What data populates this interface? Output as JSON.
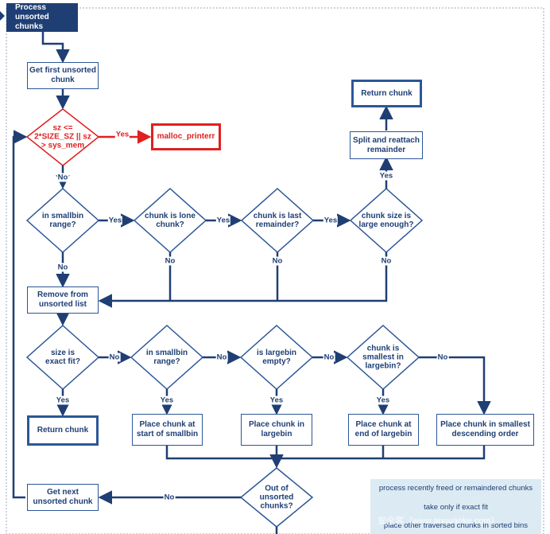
{
  "title": "Process unsorted chunks",
  "nodes": {
    "get_first": "Get first unsorted chunk",
    "check_size": "sz <= 2*SIZE_SZ || sz > sys_mem",
    "malloc_printerr": "malloc_printerr",
    "in_smallbin_1": "in smallbin range?",
    "is_lone": "chunk is lone chunk?",
    "is_last_remainder": "chunk is last remainder?",
    "large_enough": "chunk size is large enough?",
    "split_reattach": "Split and reattach remainder",
    "return_chunk_top": "Return chunk",
    "remove_from_list": "Remove from unsorted list",
    "exact_fit": "size is exact fit?",
    "in_smallbin_2": "in smallbin range?",
    "is_largebin_empty": "is largebin empty?",
    "is_smallest": "chunk is smallest in largebin?",
    "return_chunk_bottom": "Return chunk",
    "place_smallbin": "Place chunk at start of smallbin",
    "place_largebin": "Place chunk in largebin",
    "place_end_largebin": "Place chunk at end of largebin",
    "place_desc": "Place chunk in smallest descending order",
    "get_next": "Get next unsorted chunk",
    "out_of_chunks": "Out of unsorted chunks?"
  },
  "edge_labels": {
    "yes": "Yes",
    "no": "No"
  },
  "legend": {
    "line1": "process recently freed or remaindered chunks",
    "line2": "take only if exact fit",
    "line3": "place other traversed chunks in sorted bins"
  },
  "watermark": "安全客（www.anquanke.com）",
  "colors": {
    "primary": "#1f3f74",
    "border": "#2b5797",
    "error": "#e02020",
    "legend_bg": "#dcebf3"
  }
}
